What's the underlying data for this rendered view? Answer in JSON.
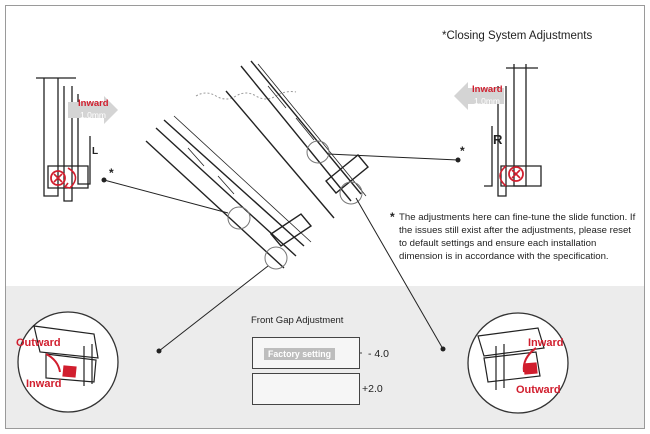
{
  "header": {
    "title": "*Closing System Adjustments"
  },
  "note": {
    "star": "*",
    "text": "The adjustments here can fine-tune the slide function. If the issues still exist after the adjustments, please reset to default settings and ensure each installation dimension is in accordance with the specification."
  },
  "markers": {
    "left_star": "*",
    "right_star": "*"
  },
  "left_detail": {
    "arrow_label": "Inward",
    "arrow_sub": "1.0mm",
    "side_letter": "L"
  },
  "right_detail": {
    "arrow_label": "Inward",
    "arrow_sub": "1.0mm",
    "side_letter": "R"
  },
  "front_gap": {
    "title": "Front Gap Adjustment",
    "factory_label": "Factory setting",
    "value_top": "- 4.0",
    "value_bottom": "+2.0"
  },
  "bottom_left_circle": {
    "outward": "Outward",
    "inward": "Inward"
  },
  "bottom_right_circle": {
    "inward": "Inward",
    "outward": "Outward"
  },
  "colors": {
    "accent_red": "#d11e2e",
    "band_gray": "#ececec",
    "line": "#333333"
  }
}
